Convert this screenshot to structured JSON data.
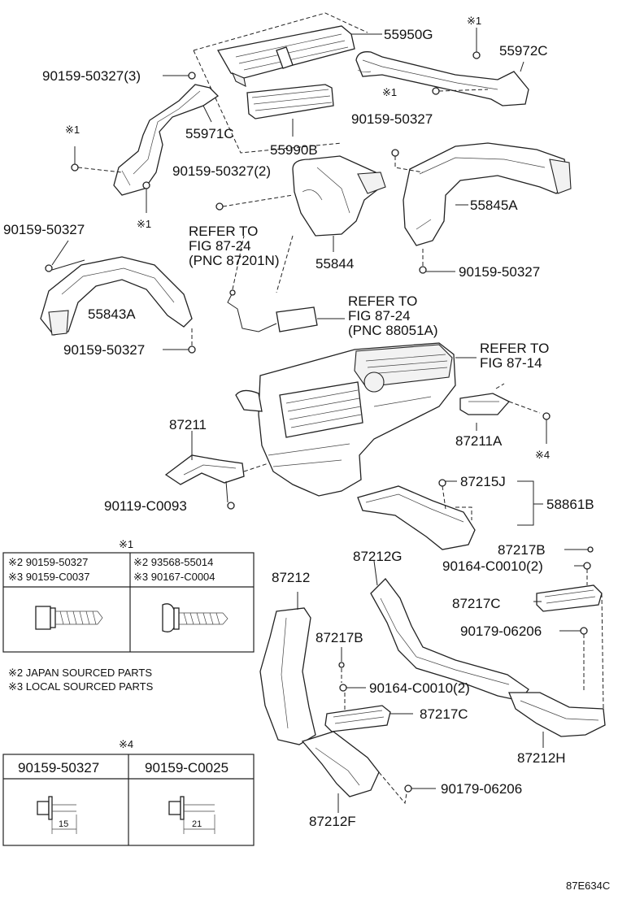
{
  "labels": {
    "p55950G": "55950G",
    "p55972C": "55972C",
    "p90159_50327_3": "90159-50327(3)",
    "mark1_top": "※1",
    "mark1_mid": "※1",
    "p55971C": "55971C",
    "p55990B": "55990B",
    "p90159_50327_a": "90159-50327",
    "mark1_left": "※1",
    "mark1_leftlow": "※1",
    "p90159_50327_2": "90159-50327(2)",
    "p55845A": "55845A",
    "p90159_50327_b": "90159-50327",
    "refer1_l1": "REFER TO",
    "refer1_l2": "FIG 87-24",
    "refer1_l3": "(PNC 87201N)",
    "p55844": "55844",
    "p90159_50327_c": "90159-50327",
    "p55843A": "55843A",
    "refer2_l1": "REFER TO",
    "refer2_l2": "FIG 87-24",
    "refer2_l3": "(PNC 88051A)",
    "p90159_50327_d": "90159-50327",
    "refer3_l1": "REFER TO",
    "refer3_l2": "FIG 87-14",
    "p87211": "87211",
    "p87211A": "87211A",
    "mark4": "※4",
    "p87215J": "87215J",
    "p58861B": "58861B",
    "p90119_C0093": "90119-C0093",
    "p87217B_a": "87217B",
    "p90164_C0010_2a": "90164-C0010(2)",
    "p87212G": "87212G",
    "p87212": "87212",
    "p87217C_a": "87217C",
    "p90179_06206_a": "90179-06206",
    "p87217B_b": "87217B",
    "p90164_C0010_2b": "90164-C0010(2)",
    "p87217C_b": "87217C",
    "p87212H": "87212H",
    "p90179_06206_b": "90179-06206",
    "p87212F": "87212F",
    "diagram_code": "87E634C"
  },
  "table1": {
    "mark": "※1",
    "col1_row1": "※2 90159-50327",
    "col1_row2": "※3 90159-C0037",
    "col2_row1": "※2 93568-55014",
    "col2_row2": "※3 90167-C0004"
  },
  "notes": {
    "note2": "※2 JAPAN SOURCED PARTS",
    "note3": "※3 LOCAL SOURCED PARTS"
  },
  "table4": {
    "mark": "※4",
    "col1": "90159-50327",
    "col2": "90159-C0025",
    "dim1": "15",
    "dim2": "21"
  }
}
